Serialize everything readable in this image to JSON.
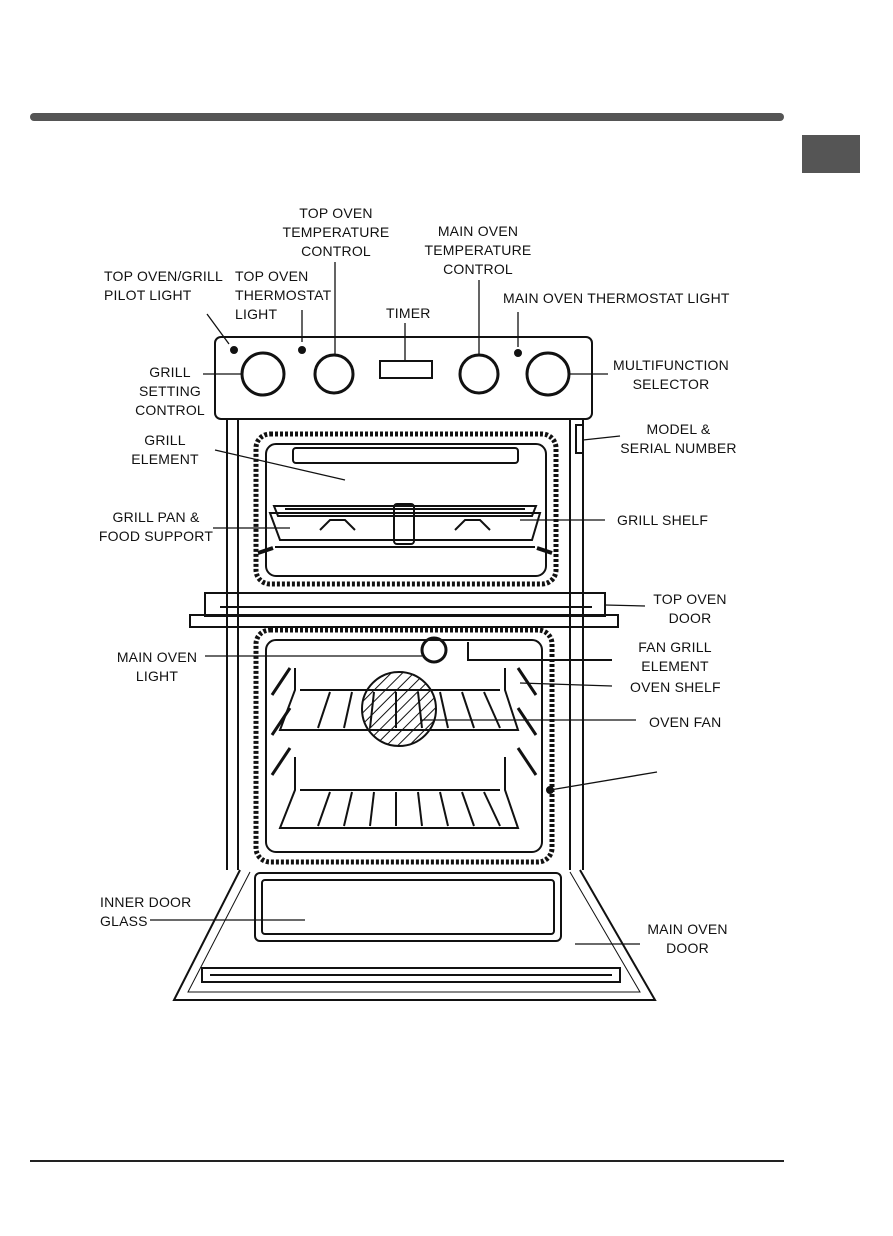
{
  "colors": {
    "rule": "#555555",
    "line": "#111111",
    "tab": "#555555"
  },
  "labels": {
    "top_oven_temp_control": "TOP OVEN\nTEMPERATURE\nCONTROL",
    "main_oven_temp_control": "MAIN OVEN\nTEMPERATURE\nCONTROL",
    "top_oven_grill_pilot": "TOP OVEN/GRILL\nPILOT LIGHT",
    "top_oven_thermostat": "TOP OVEN\nTHERMOSTAT\nLIGHT",
    "timer": "TIMER",
    "main_oven_thermostat": "MAIN OVEN THERMOSTAT LIGHT",
    "grill_setting_control": "GRILL\nSETTING\nCONTROL",
    "multifunction_selector": "MULTIFUNCTION\nSELECTOR",
    "grill_element": "GRILL\nELEMENT",
    "model_serial": "MODEL &\nSERIAL NUMBER",
    "grill_pan": "GRILL PAN &\nFOOD SUPPORT",
    "grill_shelf": "GRILL SHELF",
    "top_oven_door": "TOP OVEN\nDOOR",
    "main_oven_light": "MAIN OVEN\nLIGHT",
    "fan_grill_element": "FAN GRILL\nELEMENT",
    "oven_shelf": "OVEN SHELF",
    "oven_fan": "OVEN FAN",
    "inner_door_glass": "INNER DOOR\nGLASS",
    "main_oven_door": "MAIN OVEN\nDOOR"
  }
}
